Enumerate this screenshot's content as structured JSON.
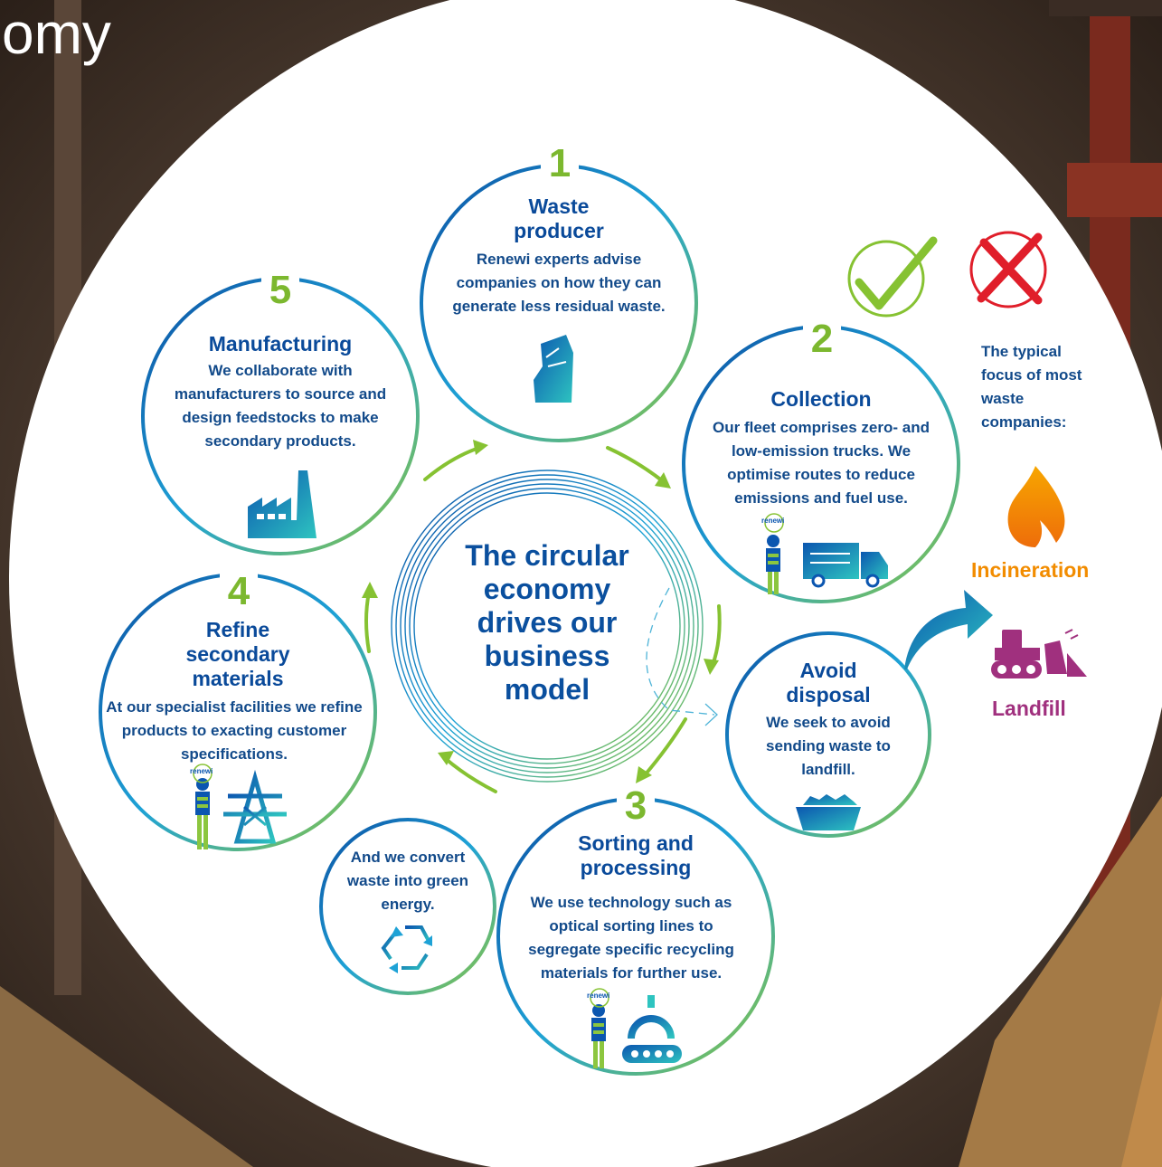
{
  "header": {
    "title_fragment": "omy"
  },
  "center": {
    "title": "The circular economy drives our business model"
  },
  "steps": [
    {
      "number": "1",
      "title": "Waste producer",
      "body": "Renewi experts advise companies on how they can generate less residual waste."
    },
    {
      "number": "2",
      "title": "Collection",
      "body": "Our fleet comprises zero- and low-emission trucks. We optimise routes to reduce emissions and fuel use."
    },
    {
      "number": "3",
      "title": "Sorting and processing",
      "body": "We use technology such as optical sorting lines to segregate specific recycling materials for further use."
    },
    {
      "number": "4",
      "title": "Refine secondary materials",
      "body": "At our specialist facilities we refine products to exacting customer specifications."
    },
    {
      "number": "5",
      "title": "Manufacturing",
      "body": "We collaborate with manufacturers to source and design feedstocks to make secondary products."
    }
  ],
  "avoid": {
    "title": "Avoid disposal",
    "body": "We seek to avoid sending waste to landfill."
  },
  "energy": {
    "body": "And we convert waste into green energy."
  },
  "sidebar": {
    "focus": "The typical focus of most waste companies:",
    "incineration": "Incineration",
    "landfill": "Landfill"
  },
  "brand": {
    "logo_text": "renewi"
  },
  "colors": {
    "blue": "#0a56a8",
    "green": "#86c232",
    "orange": "#f28c00",
    "purple": "#a0307e",
    "red": "#e01e2a"
  },
  "icons": [
    "can-icon",
    "factory-icon",
    "truck-icon",
    "worker-icon",
    "crane-icon",
    "sorting-machine-icon",
    "recycle-icon",
    "skip-container-icon",
    "check-icon",
    "cross-icon",
    "flame-icon",
    "bulldozer-icon",
    "arrow-icon"
  ]
}
